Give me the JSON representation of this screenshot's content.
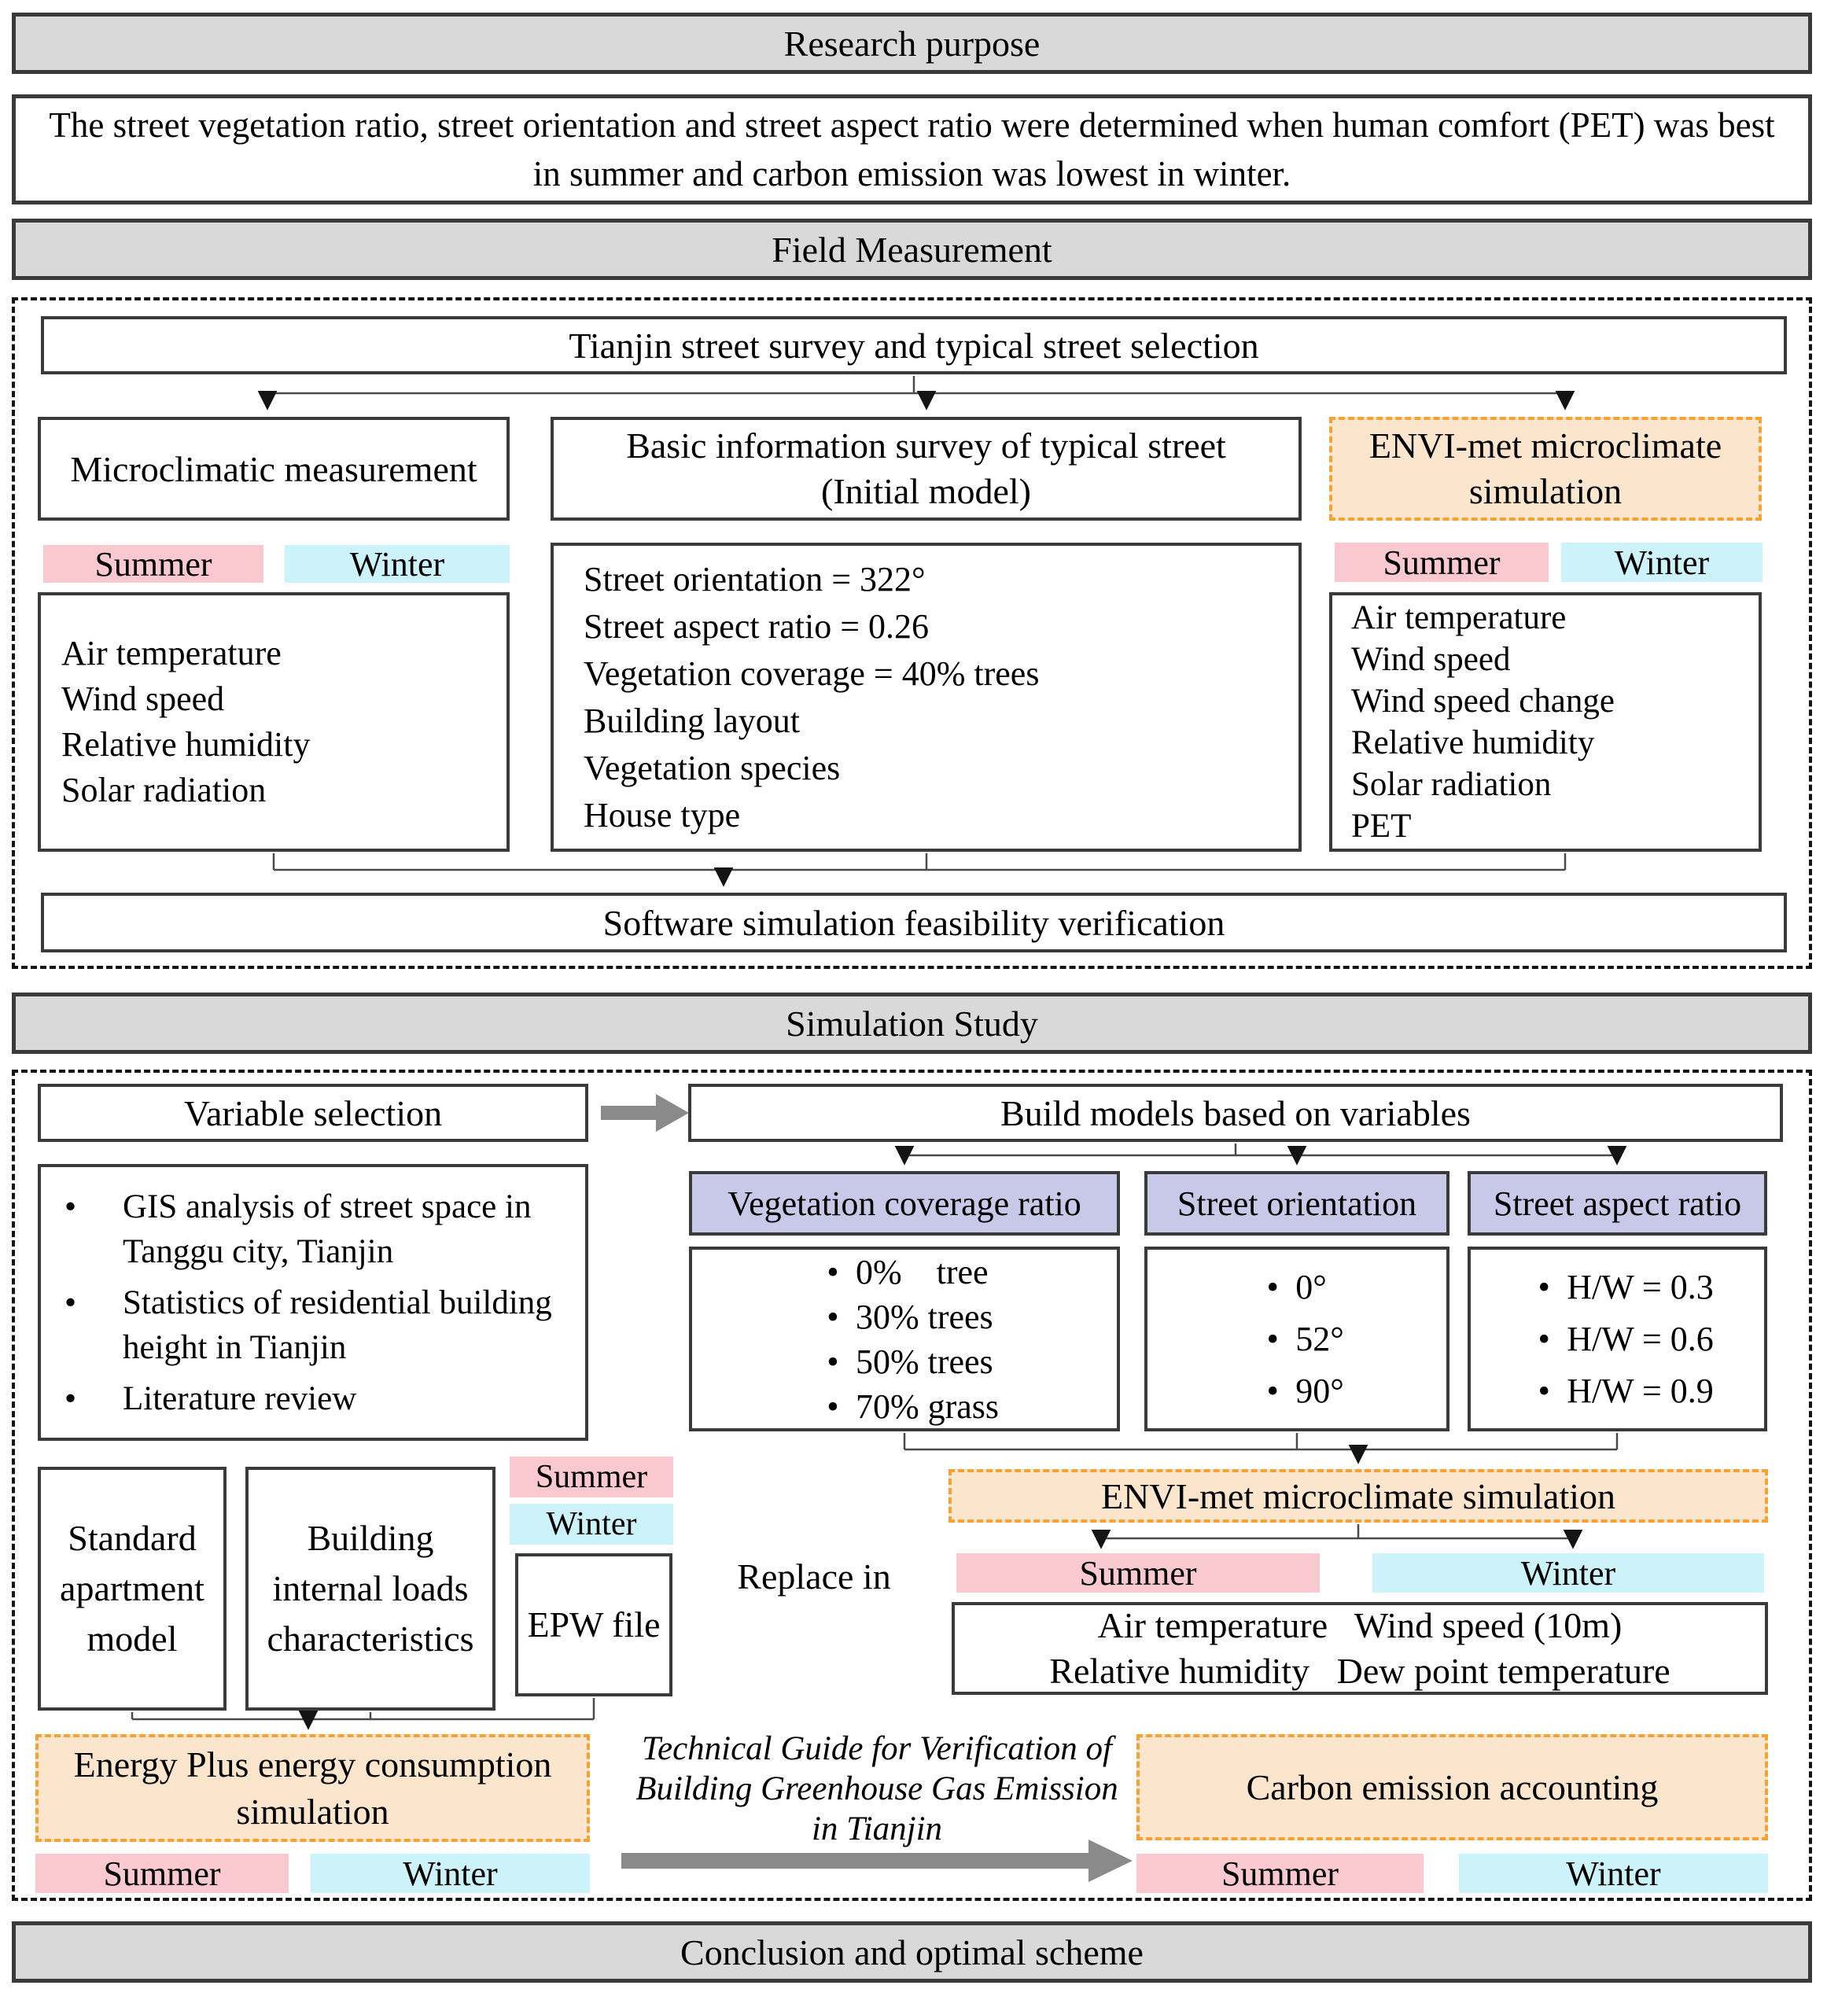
{
  "labels": {
    "summer": "Summer",
    "winter": "Winter"
  },
  "colors": {
    "header_gray": "#d9d9d9",
    "summer_pink": "#f9c9cf",
    "winter_cyan": "#cbf3f9",
    "variable_purple": "#c8c9e9",
    "process_orange_fill": "#fce5cd",
    "process_orange_border": "#f5a233",
    "box_border": "#3a3a3a"
  },
  "sections": {
    "research_purpose": "Research purpose",
    "field_measurement": "Field Measurement",
    "simulation_study": "Simulation Study",
    "conclusion": "Conclusion and optimal scheme"
  },
  "purpose_text": "The street vegetation ratio, street orientation and street aspect ratio were determined when human comfort (PET) was best in summer and carbon emission was lowest in winter.",
  "field": {
    "survey_title": "Tianjin street survey and typical street selection",
    "microclimatic": {
      "title": "Microclimatic measurement",
      "items": [
        "Air temperature",
        "Wind speed",
        "Relative humidity",
        "Solar radiation"
      ]
    },
    "basic": {
      "title": "Basic information survey of typical street",
      "subtitle": "(Initial model)",
      "items": [
        "Street orientation = 322°",
        "Street aspect ratio = 0.26",
        "Vegetation coverage = 40% trees",
        "Building layout",
        "Vegetation species",
        "House type"
      ]
    },
    "envi": {
      "title": "ENVI-met microclimate simulation",
      "items": [
        "Air temperature",
        "Wind speed",
        "Wind speed change",
        "Relative humidity",
        "Solar radiation",
        "PET"
      ]
    },
    "verification": "Software simulation feasibility verification"
  },
  "sim": {
    "variable_selection": "Variable selection",
    "build_models": "Build models based on variables",
    "sources": [
      "GIS analysis of street space in Tanggu city, Tianjin",
      "Statistics of residential building height in Tianjin",
      "Literature review"
    ],
    "variables": [
      {
        "title": "Vegetation coverage ratio",
        "options": [
          "0%    tree",
          "30% trees",
          "50% trees",
          "70% grass"
        ]
      },
      {
        "title": "Street orientation",
        "options": [
          "0°",
          "52°",
          "90°"
        ]
      },
      {
        "title": "Street aspect ratio",
        "options": [
          "H/W = 0.3",
          "H/W = 0.6",
          "H/W = 0.9"
        ]
      }
    ],
    "standard_apartment": "Standard apartment model",
    "building_loads": "Building internal loads characteristics",
    "epw": "EPW file",
    "replace_in": "Replace in",
    "envi2": "ENVI-met microclimate simulation",
    "results": [
      "Air temperature   Wind speed (10m)",
      "Relative humidity   Dew point temperature"
    ],
    "energyplus": "Energy Plus energy consumption simulation",
    "technical_guide": "Technical Guide for Verification of Building Greenhouse Gas Emission in Tianjin",
    "carbon": "Carbon emission accounting"
  }
}
